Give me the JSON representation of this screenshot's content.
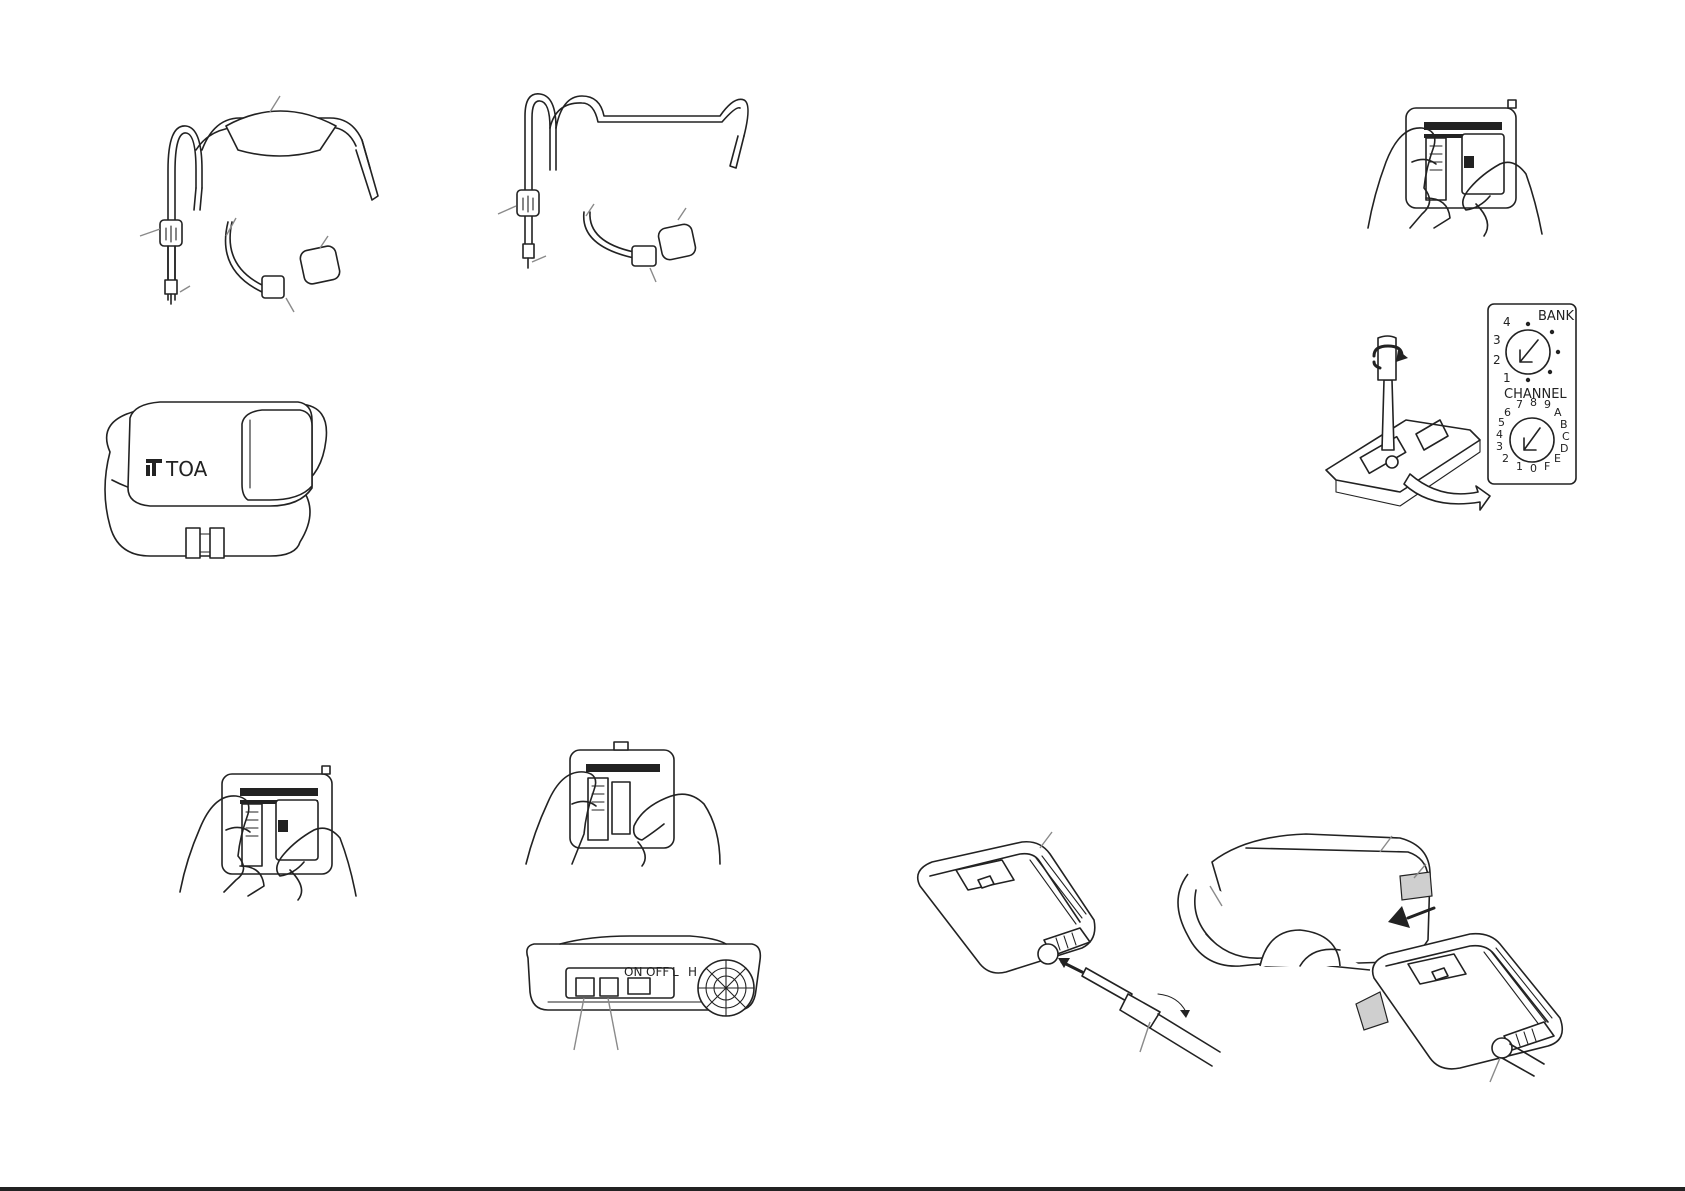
{
  "colors": {
    "ink": "#222222",
    "leader": "#8a8a8a",
    "paper": "#ffffff",
    "shade": "#cfcfcf"
  },
  "belt_case": {
    "brand": "TOA"
  },
  "dial_panel": {
    "bank_label": "BANK",
    "bank_numbers": [
      "4",
      "3",
      "2",
      "1"
    ],
    "channel_label": "CHANNEL",
    "channel_numbers": [
      "7",
      "8",
      "9",
      "A",
      "6",
      "B",
      "5",
      "C",
      "4",
      "D",
      "3",
      "E",
      "2",
      "1",
      "0",
      "F"
    ]
  },
  "switch_panel": {
    "on_label": "ON",
    "off_label": "OFF",
    "low_label": "L",
    "high_label": "H"
  },
  "icons": [
    "rotate-arrow-icon",
    "insert-arrow-icon",
    "screwdriver-icon"
  ]
}
